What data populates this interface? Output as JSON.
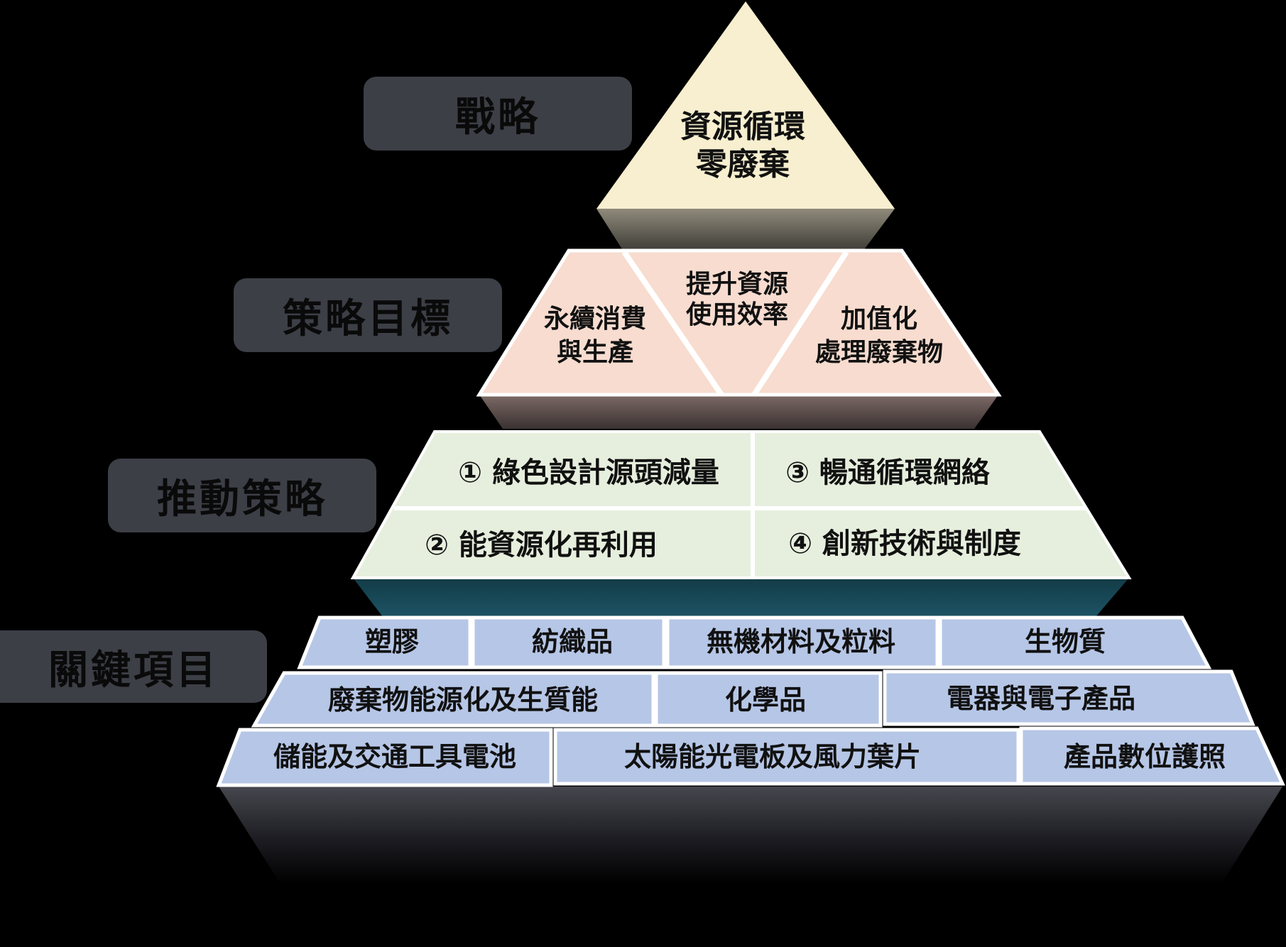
{
  "levels": {
    "strategy": {
      "label": "戰略",
      "lines": [
        "資源循環",
        "零廢棄"
      ]
    },
    "objectives": {
      "label": "策略目標",
      "items": [
        {
          "lines": [
            "永續消費",
            "與生產"
          ]
        },
        {
          "lines": [
            "提升資源",
            "使用效率"
          ]
        },
        {
          "lines": [
            "加值化",
            "處理廢棄物"
          ]
        }
      ]
    },
    "initiatives": {
      "label": "推動策略",
      "items": [
        "① 綠色設計源頭減量",
        "③ 暢通循環網絡",
        "② 能資源化再利用",
        "④ 創新技術與制度"
      ]
    },
    "key_items": {
      "label": "關鍵項目",
      "row1": [
        "塑膠",
        "紡織品",
        "無機材料及粒料",
        "生物質"
      ],
      "row2": [
        "廢棄物能源化及生質能",
        "化學品",
        "電器與電子產品"
      ],
      "row3": [
        "儲能及交通工具電池",
        "太陽能光電板及風力葉片",
        "產品數位護照"
      ]
    }
  },
  "colors": {
    "background": "#000000",
    "label_box": "#3d3f47",
    "strategy_fill": "#f7efcf",
    "objectives_fill": "#f7dccf",
    "initiatives_fill": "#e6efdd",
    "key_items_fill": "#b6c6e6"
  }
}
